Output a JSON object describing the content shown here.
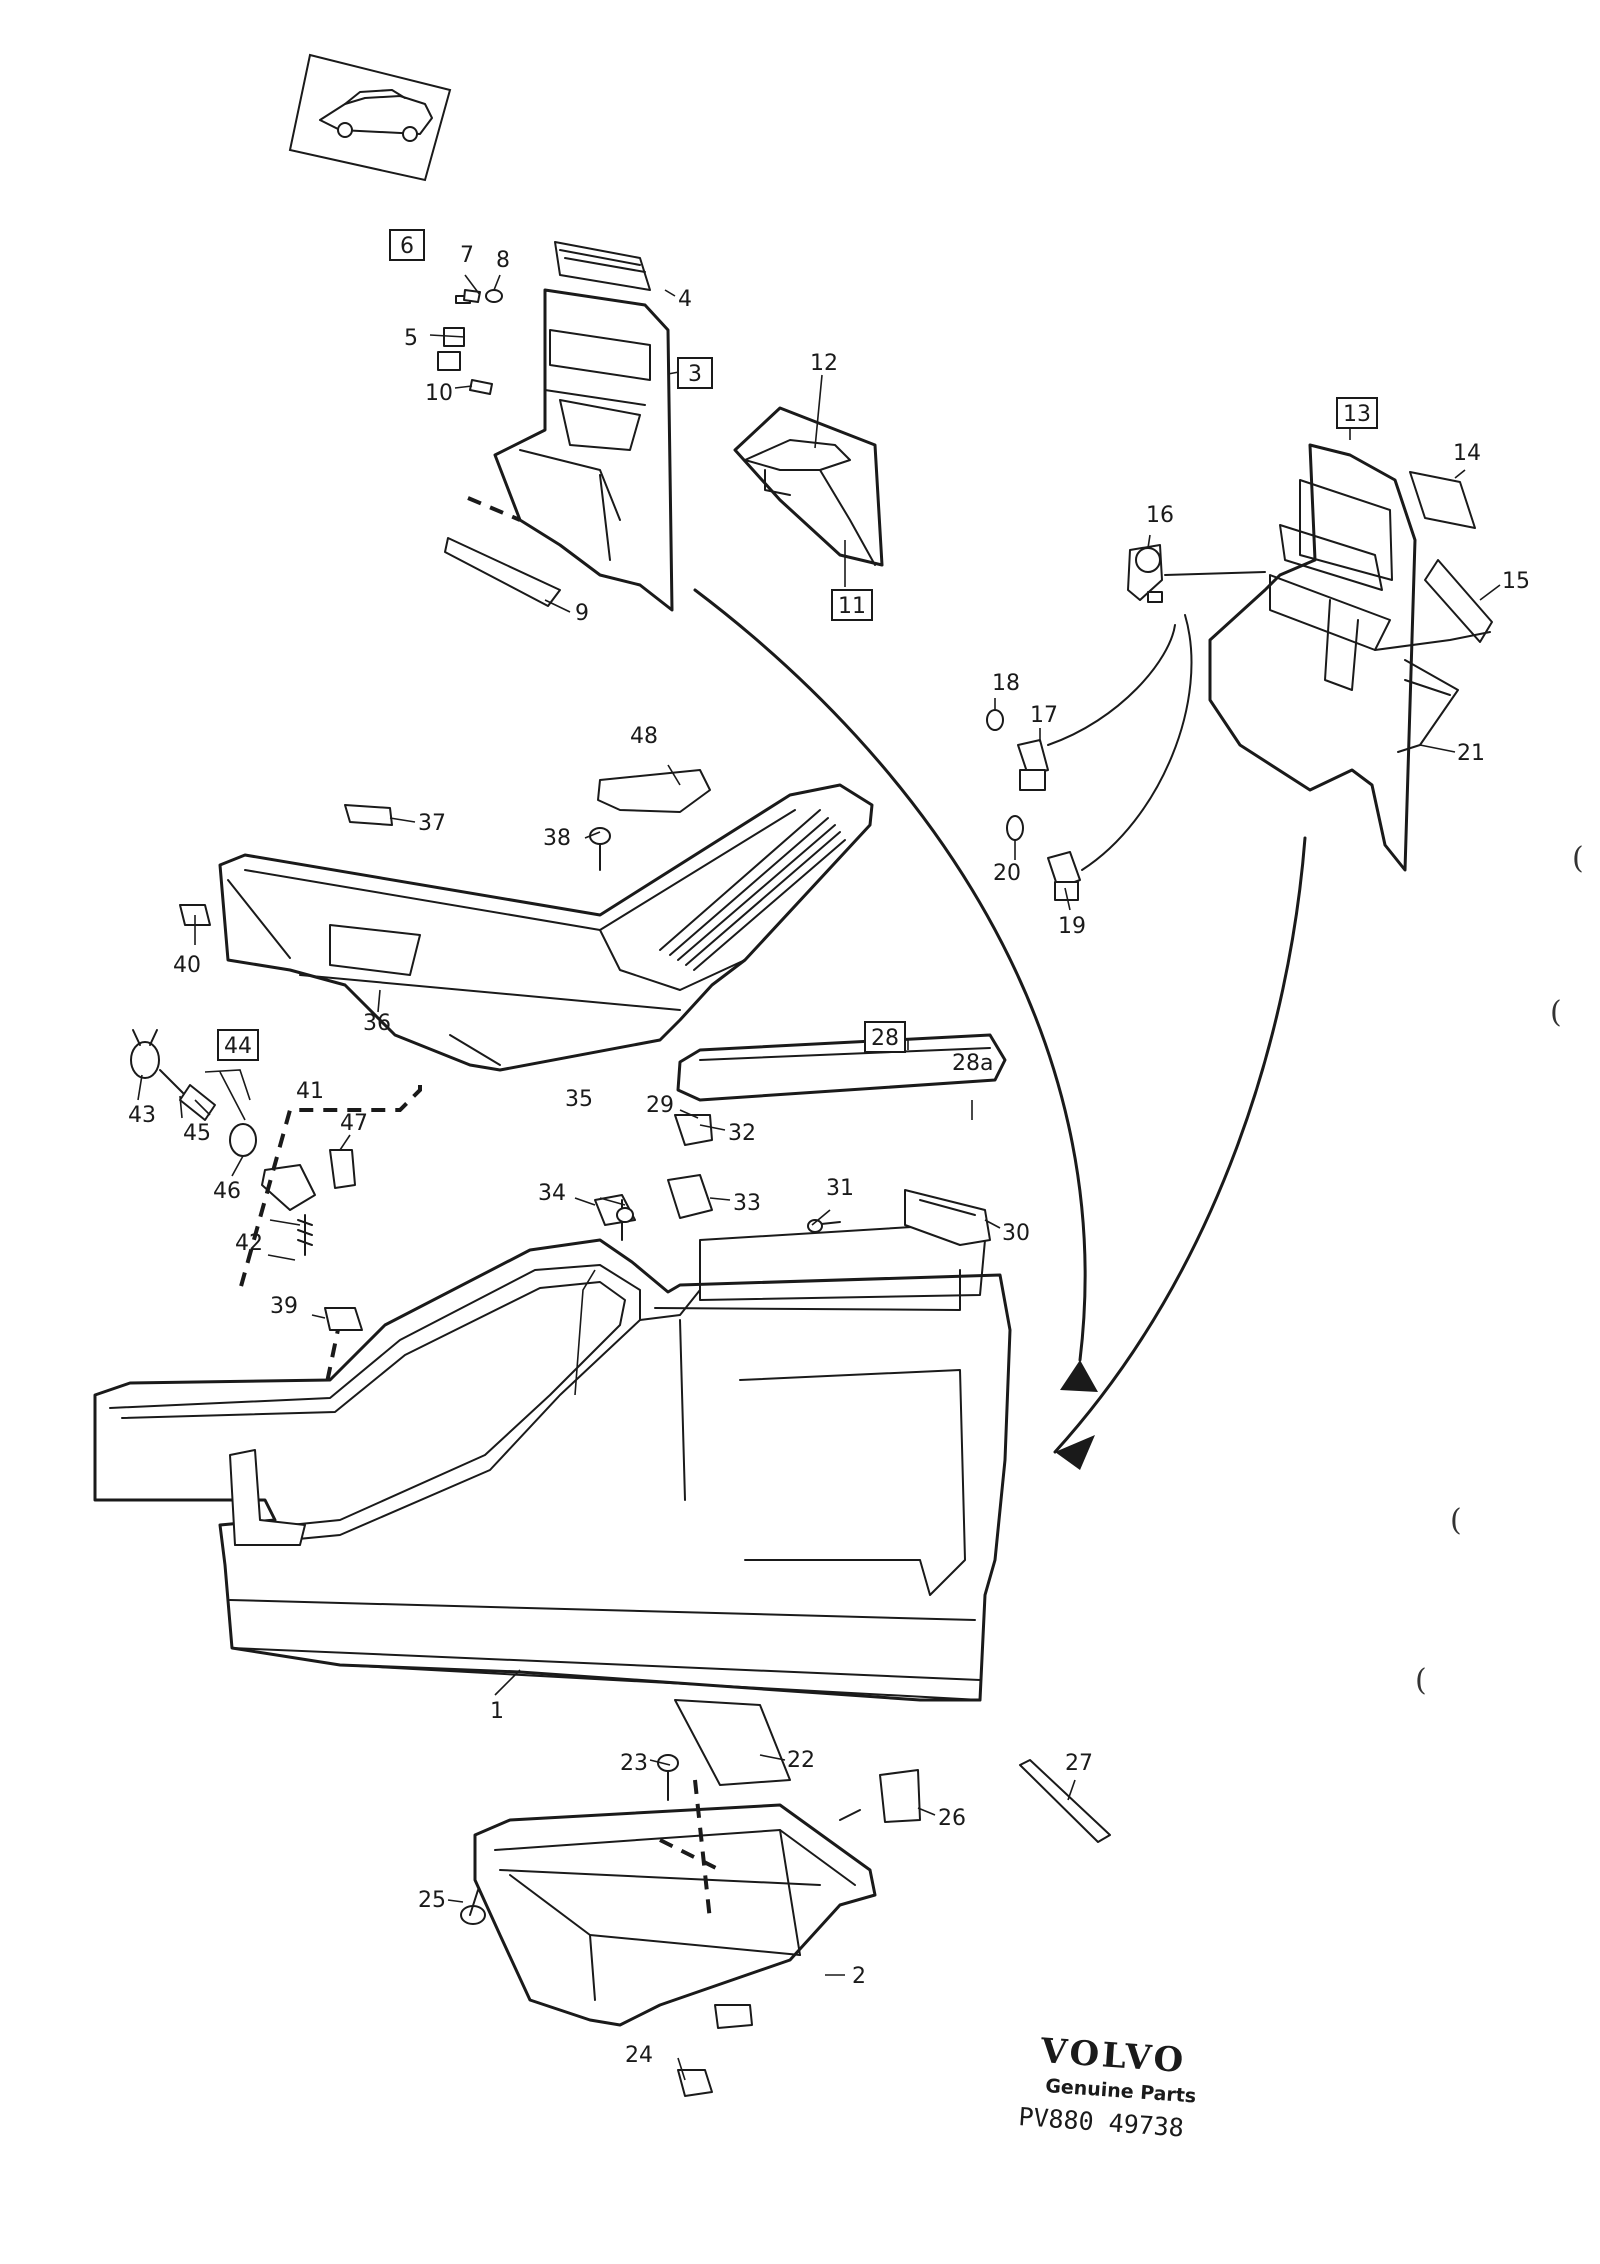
{
  "callouts": [
    {
      "id": "1",
      "label": "1"
    },
    {
      "id": "2",
      "label": "2"
    },
    {
      "id": "3",
      "label": "3",
      "boxed": true
    },
    {
      "id": "4",
      "label": "4"
    },
    {
      "id": "5",
      "label": "5"
    },
    {
      "id": "6",
      "label": "6",
      "boxed": true
    },
    {
      "id": "7",
      "label": "7"
    },
    {
      "id": "8",
      "label": "8"
    },
    {
      "id": "9",
      "label": "9"
    },
    {
      "id": "10",
      "label": "10"
    },
    {
      "id": "11",
      "label": "11",
      "boxed": true
    },
    {
      "id": "12",
      "label": "12"
    },
    {
      "id": "13",
      "label": "13",
      "boxed": true
    },
    {
      "id": "14",
      "label": "14"
    },
    {
      "id": "15",
      "label": "15"
    },
    {
      "id": "16",
      "label": "16"
    },
    {
      "id": "17",
      "label": "17"
    },
    {
      "id": "18",
      "label": "18"
    },
    {
      "id": "19",
      "label": "19"
    },
    {
      "id": "20",
      "label": "20"
    },
    {
      "id": "21",
      "label": "21"
    },
    {
      "id": "22",
      "label": "22"
    },
    {
      "id": "23",
      "label": "23"
    },
    {
      "id": "24",
      "label": "24"
    },
    {
      "id": "25",
      "label": "25"
    },
    {
      "id": "26",
      "label": "26"
    },
    {
      "id": "27",
      "label": "27"
    },
    {
      "id": "28",
      "label": "28",
      "boxed": true
    },
    {
      "id": "28a",
      "label": "28a"
    },
    {
      "id": "29",
      "label": "29"
    },
    {
      "id": "30",
      "label": "30"
    },
    {
      "id": "31",
      "label": "31"
    },
    {
      "id": "32",
      "label": "32"
    },
    {
      "id": "33",
      "label": "33"
    },
    {
      "id": "34",
      "label": "34"
    },
    {
      "id": "35",
      "label": "35"
    },
    {
      "id": "36",
      "label": "36"
    },
    {
      "id": "37",
      "label": "37"
    },
    {
      "id": "38",
      "label": "38"
    },
    {
      "id": "39",
      "label": "39"
    },
    {
      "id": "40",
      "label": "40"
    },
    {
      "id": "41",
      "label": "41"
    },
    {
      "id": "42",
      "label": "42"
    },
    {
      "id": "43",
      "label": "43"
    },
    {
      "id": "44",
      "label": "44",
      "boxed": true
    },
    {
      "id": "45",
      "label": "45"
    },
    {
      "id": "46",
      "label": "46"
    },
    {
      "id": "47",
      "label": "47"
    },
    {
      "id": "48",
      "label": "48"
    }
  ],
  "branding": {
    "brand_name": "VOLVO",
    "tagline": "Genuine Parts",
    "drawing_code": "PV880 49738"
  },
  "margin_marks": [
    "(",
    "(",
    "(",
    "("
  ]
}
